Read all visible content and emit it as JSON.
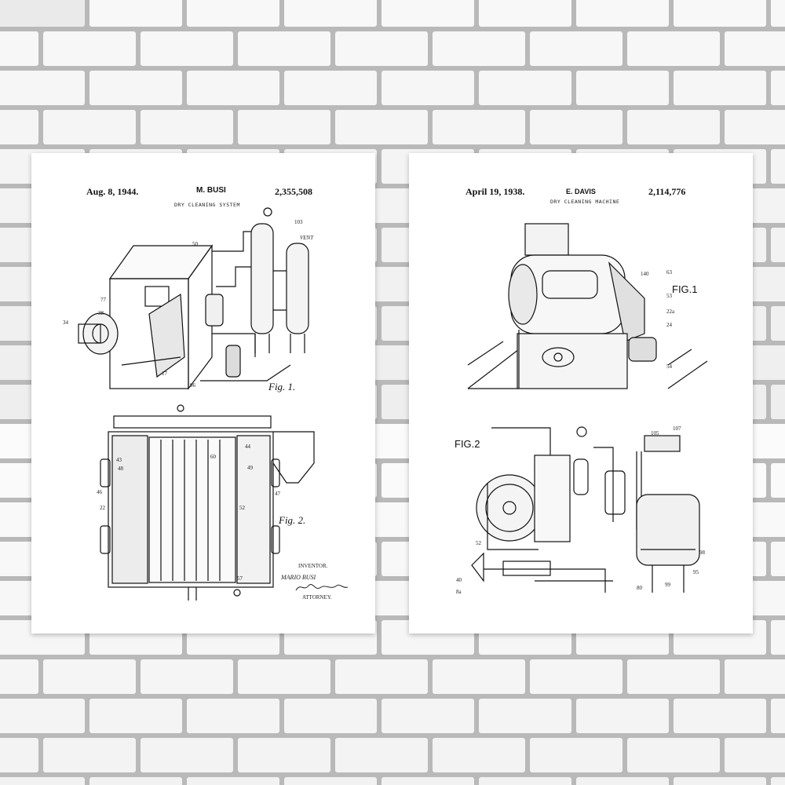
{
  "wall": {
    "brick_color": "#f4f4f4",
    "mortar_color": "#b9b9b9"
  },
  "posters": [
    {
      "date": "Aug. 8, 1944.",
      "inventor": "M. BUSI",
      "patent_number": "2,355,508",
      "title": "DRY CLEANING SYSTEM",
      "fig1_label": "Fig. 1.",
      "fig2_label": "Fig. 2.",
      "inventor_caption": "INVENTOR.",
      "inventor_name": "MARIO BUSI",
      "attorney_caption": "ATTORNEY.",
      "callouts": [
        "103",
        "VENT",
        "50",
        "77",
        "38",
        "34",
        "17",
        "96",
        "43",
        "48",
        "46",
        "22",
        "44",
        "49",
        "47",
        "52",
        "57",
        "60"
      ]
    },
    {
      "date": "April 19, 1938.",
      "inventor": "E. DAVIS",
      "patent_number": "2,114,776",
      "title": "DRY CLEANING MACHINE",
      "fig1_label": "FIG.1",
      "fig2_label": "FIG.2",
      "callouts": [
        "140",
        "53",
        "54",
        "24",
        "22a",
        "63",
        "105",
        "107",
        "99",
        "95",
        "98",
        "80",
        "40",
        "8a",
        "52"
      ]
    }
  ]
}
